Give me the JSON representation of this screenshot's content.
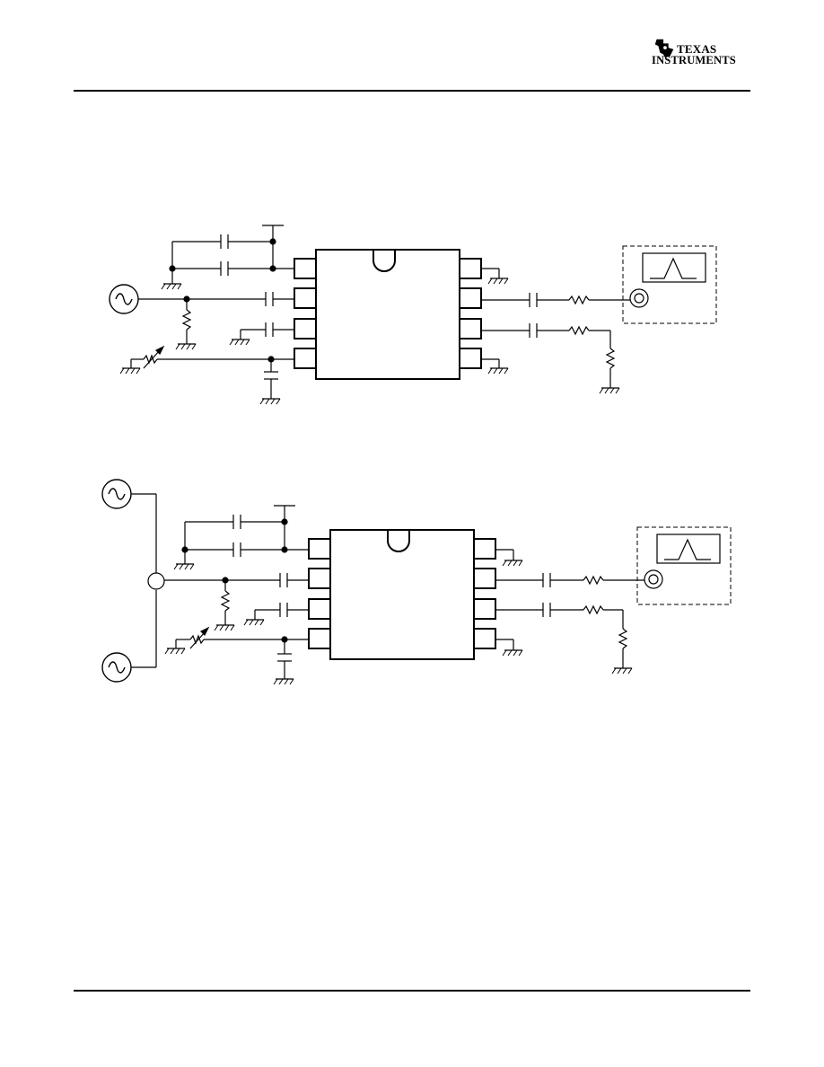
{
  "header": {
    "logo": {
      "line1": "Texas",
      "line2": "Instruments",
      "icon": "ti-state-icon"
    }
  },
  "diagrams": [
    {
      "id": "single-source-test-circuit",
      "sources": 1,
      "icons": [
        "ac-source-icon",
        "capacitor-icon",
        "resistor-icon",
        "variable-resistor-icon",
        "ground-icon",
        "ic-8-pin-icon",
        "spectrum-analyzer-icon"
      ]
    },
    {
      "id": "dual-source-test-circuit",
      "sources": 2,
      "icons": [
        "ac-source-icon",
        "combiner-icon",
        "capacitor-icon",
        "resistor-icon",
        "variable-resistor-icon",
        "ground-icon",
        "ic-8-pin-icon",
        "spectrum-analyzer-icon"
      ]
    }
  ]
}
